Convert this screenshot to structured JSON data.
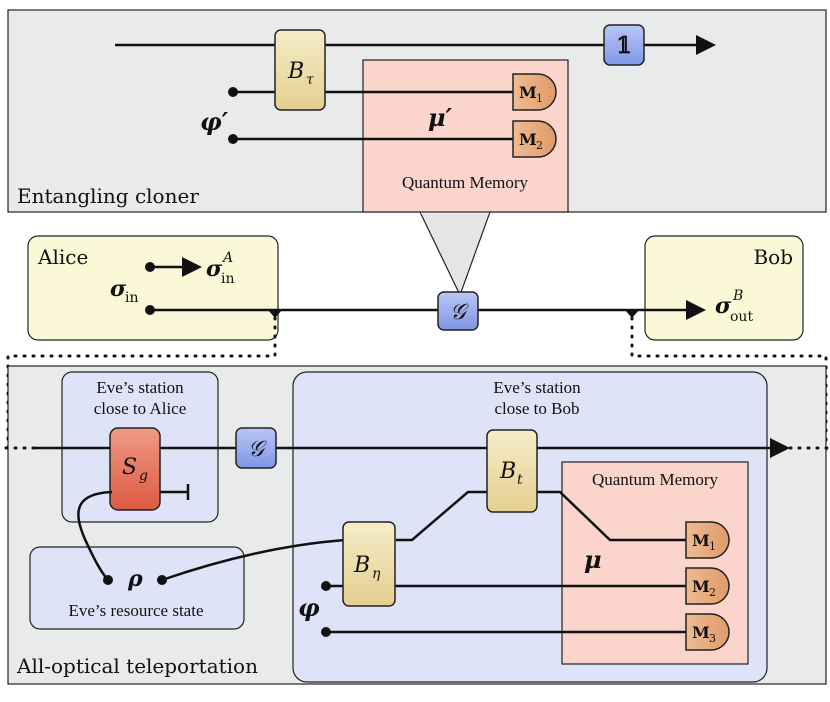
{
  "labels": {
    "entangling_cloner": "Entangling cloner",
    "quantum_memory_top": "Quantum Memory",
    "quantum_memory_bottom": "Quantum Memory",
    "alice": "Alice",
    "bob": "Bob",
    "eve_station_alice_line1": "Eve’s station",
    "eve_station_alice_line2": "close to Alice",
    "eve_station_bob_line1": "Eve’s station",
    "eve_station_bob_line2": "close to Bob",
    "eve_resource_state": "Eve’s resource state",
    "all_optical_teleportation": "All-optical teleportation"
  },
  "symbols": {
    "B_tau": "B",
    "B_tau_sub": "τ",
    "identity": "𝟙",
    "M1_top": "M",
    "M1_top_sub": "1",
    "M2_top": "M",
    "M2_top_sub": "2",
    "mu_prime": "μ′",
    "phi_prime": "φ′",
    "G_mid": "𝒢",
    "G_bottom": "𝒢",
    "sigma_in": "σ",
    "sigma_in_sub": "in",
    "sigma_in_A": "σ",
    "sigma_in_A_sub": "in",
    "sigma_in_A_sup": "A",
    "sigma_out_B": "σ",
    "sigma_out_B_sub": "out",
    "sigma_out_B_sup": "B",
    "S_g": "S",
    "S_g_sub": "g",
    "B_t": "B",
    "B_t_sub": "t",
    "B_eta": "B",
    "B_eta_sub": "η",
    "rho": "ρ",
    "mu": "μ",
    "phi": "φ",
    "M1_bot": "M",
    "M1_bot_sub": "1",
    "M2_bot": "M",
    "M2_bot_sub": "2",
    "M3_bot": "M",
    "M3_bot_sub": "3"
  },
  "colors": {
    "panel_gray": "#e9ebea",
    "memory_pink": "#fbd4cc",
    "alice_bob_yellow": "#fbf8d8",
    "eve_blue": "#dee3f7",
    "gate_blue": "#8da3ea",
    "splitter_beige": "#eedfae",
    "squeezer_red": "#e66d55",
    "detector_orange": "#e6a576"
  }
}
